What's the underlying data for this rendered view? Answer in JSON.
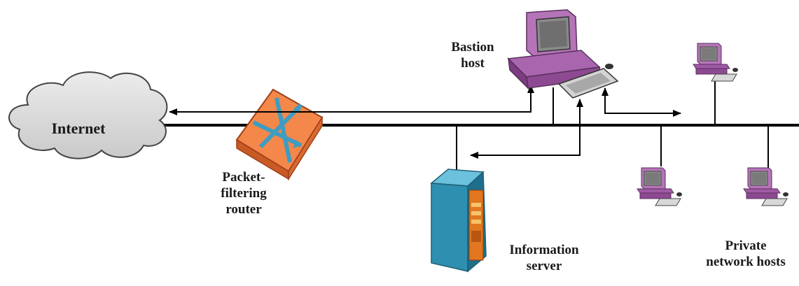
{
  "labels": {
    "internet": "Internet",
    "bastion_host": [
      "Bastion",
      "host"
    ],
    "packet_filtering_router": [
      "Packet-",
      "filtering",
      "router"
    ],
    "information_server": [
      "Information",
      "server"
    ],
    "private_network_hosts": [
      "Private",
      "network hosts"
    ]
  },
  "colors": {
    "cloud_fill": "#d9d9d9",
    "router_fill": "#f07a3c",
    "router_arrows": "#4aa7c9",
    "workstation": "#a05aa5",
    "server_body": "#2e8fb0",
    "server_panel": "#e2771f",
    "line": "#000000"
  }
}
